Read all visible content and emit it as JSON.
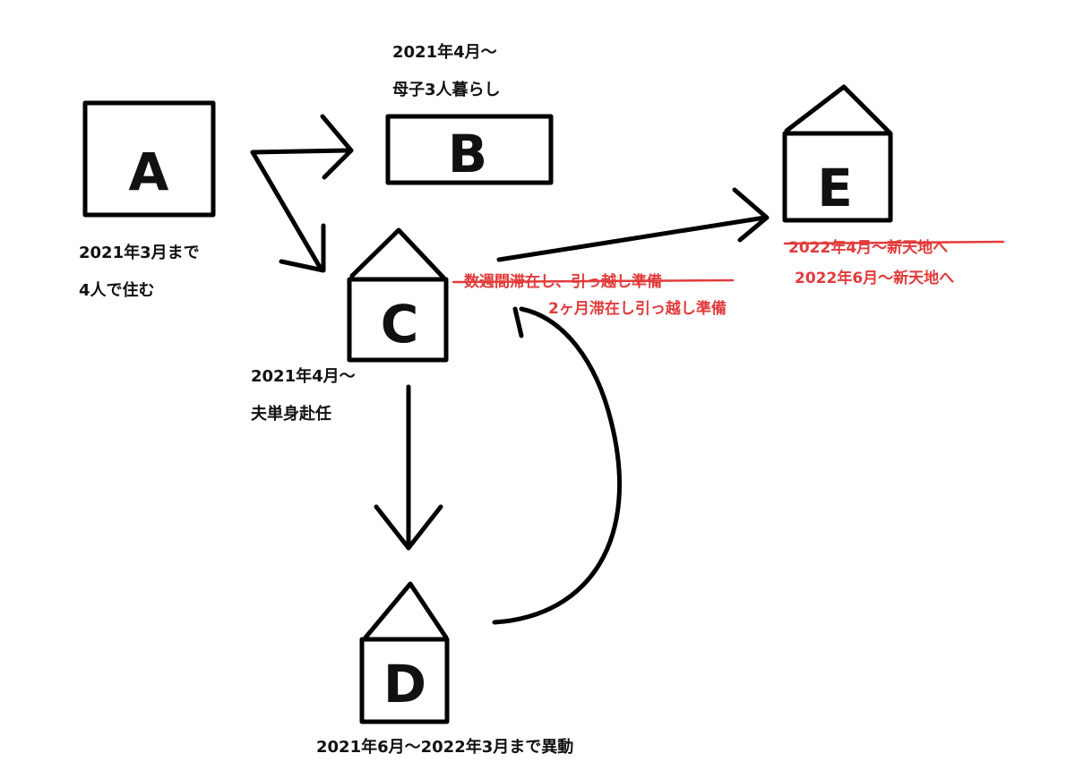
{
  "colors": {
    "ink": "#000000",
    "annotation": "#e23b3b",
    "background": "#ffffff"
  },
  "nodes": {
    "a": {
      "letter": "A",
      "label_lines": [
        "2021年3月まで",
        "4人で住む"
      ]
    },
    "b": {
      "letter": "B",
      "label_lines": [
        "2021年4月〜",
        "母子3人暮らし"
      ]
    },
    "c": {
      "letter": "C",
      "label_lines": [
        "2021年4月〜",
        "夫単身赴任"
      ]
    },
    "d": {
      "letter": "D",
      "label": "2021年6月〜2022年3月まで異動"
    },
    "e": {
      "letter": "E"
    }
  },
  "annotations": {
    "c_to_e_old": "数週間滞在し、引っ越し準備",
    "c_to_e_new": "2ヶ月滞在し引っ越し準備",
    "e_old": "2022年4月〜新天地へ",
    "e_new": "2022年6月〜新天地へ"
  }
}
